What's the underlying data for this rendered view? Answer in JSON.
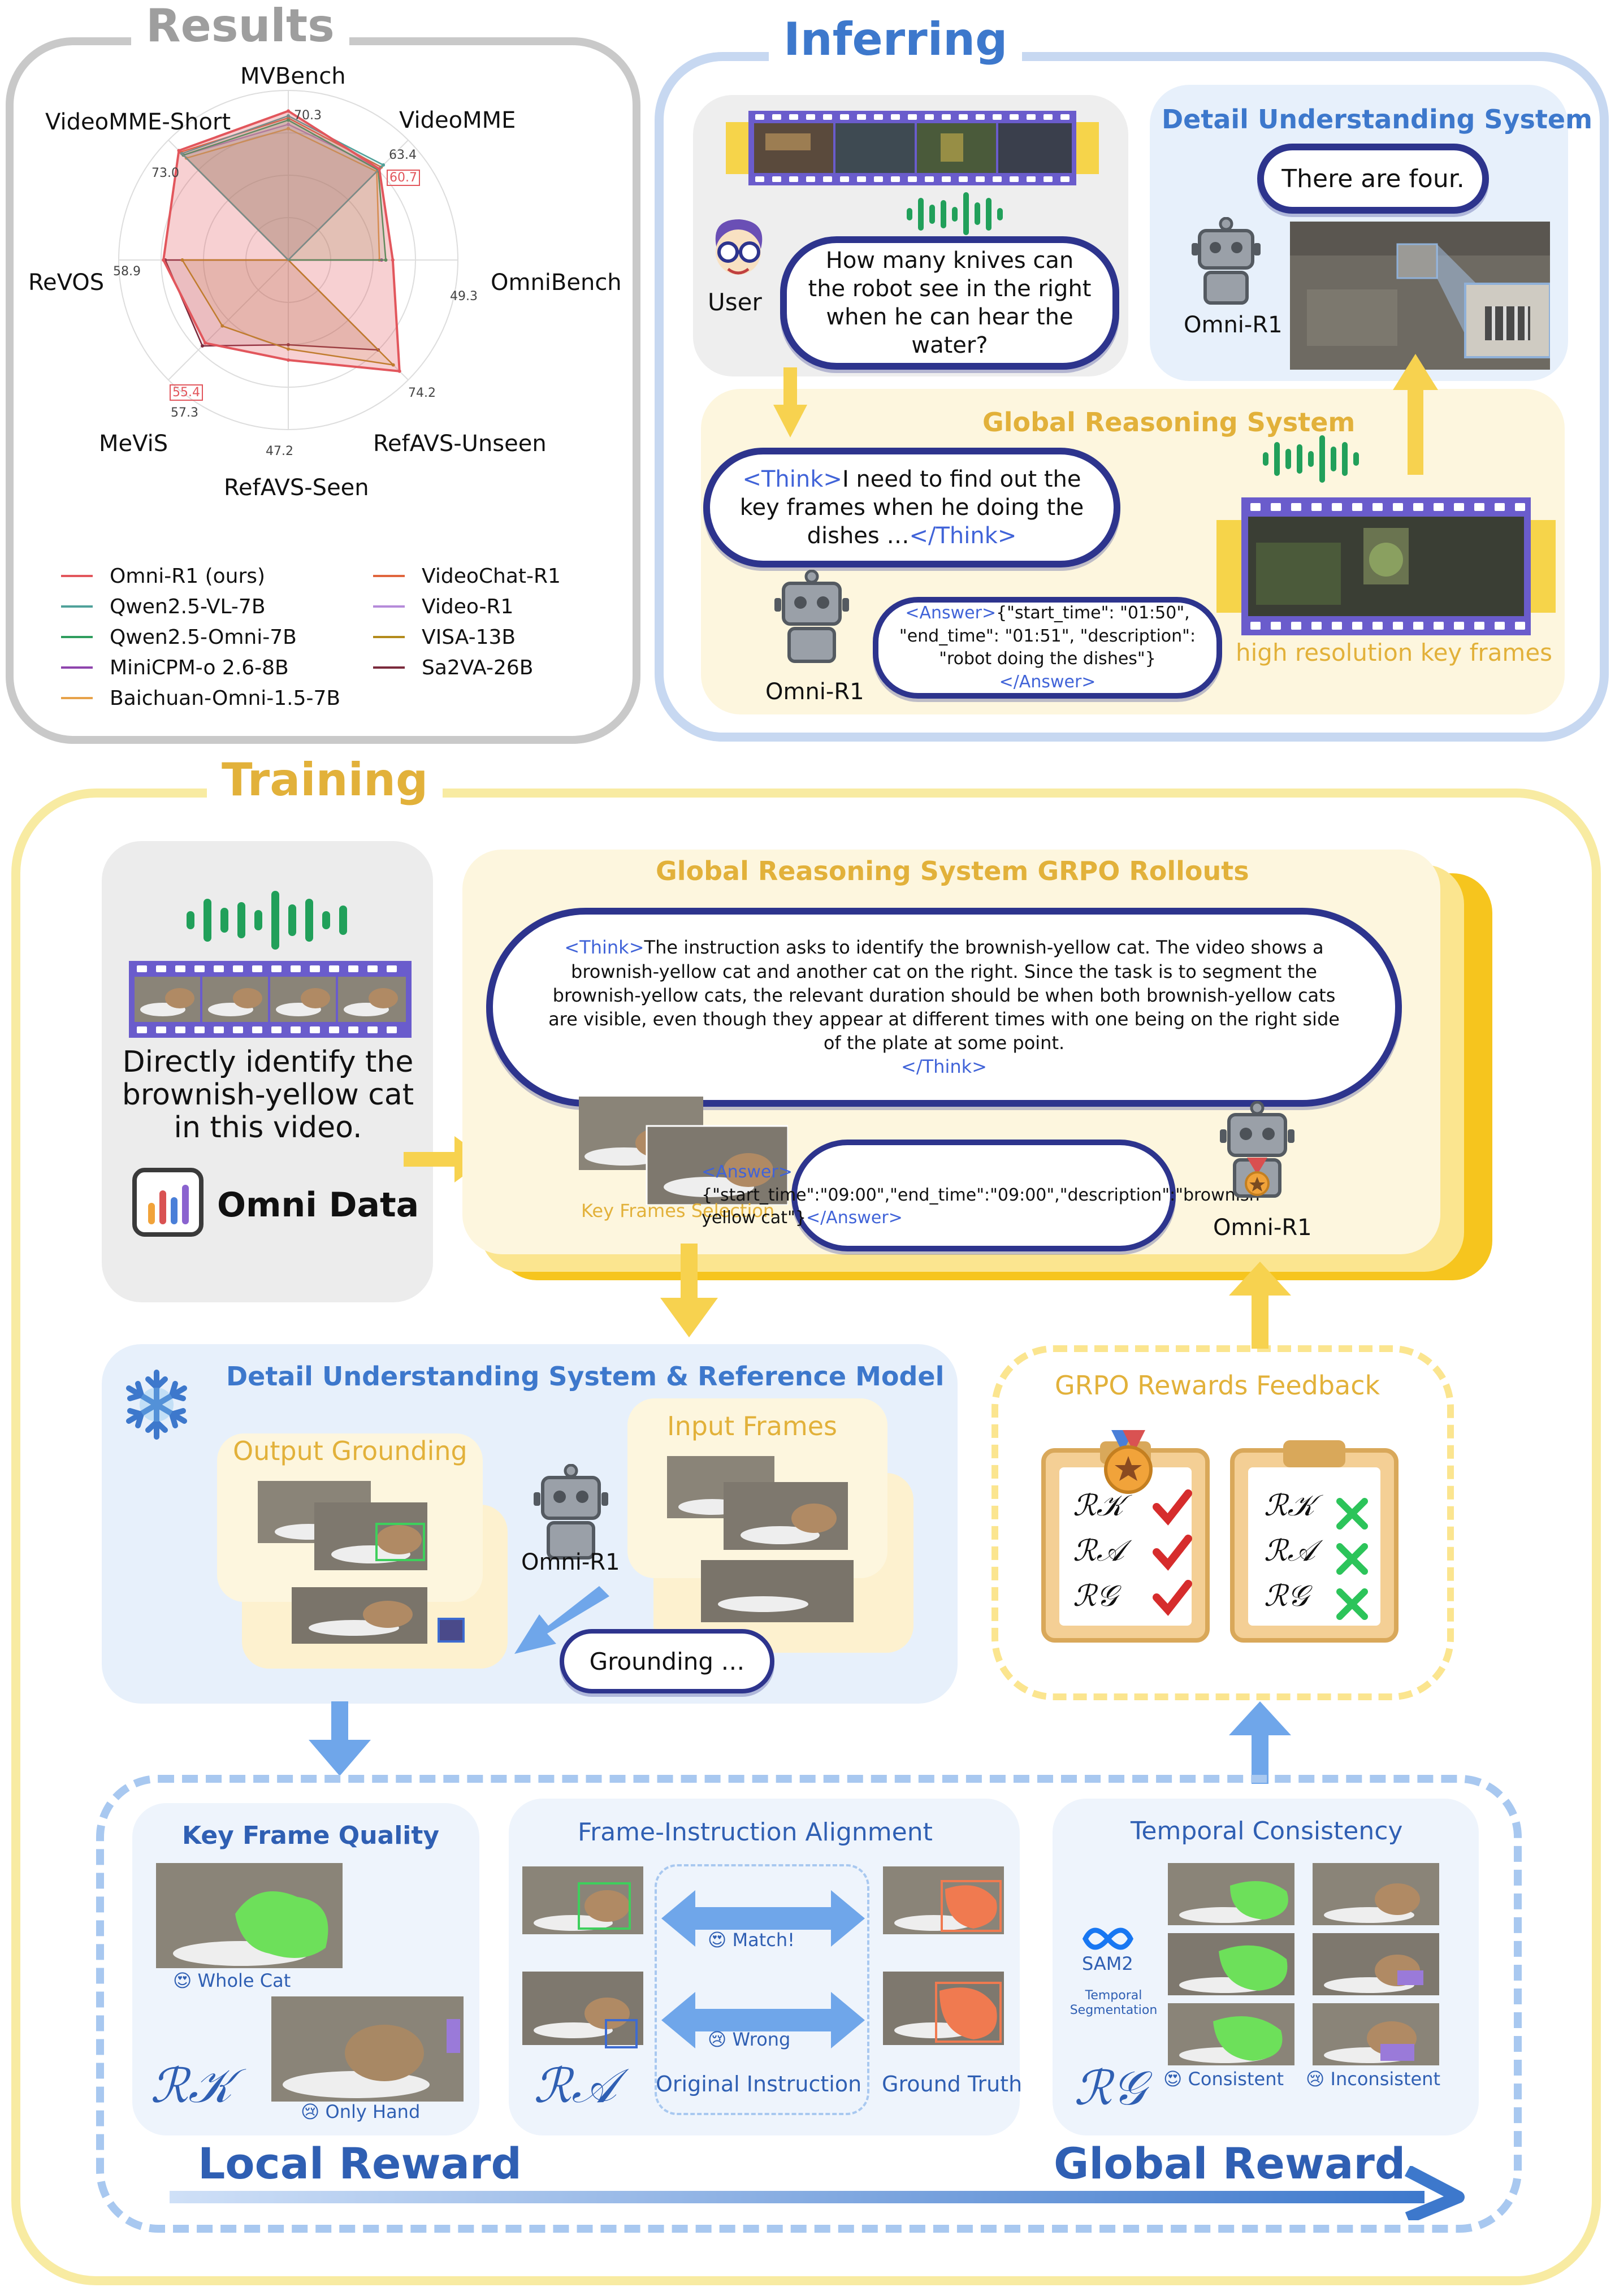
{
  "results": {
    "title": "Results",
    "axes": [
      "MVBench",
      "VideoMME",
      "OmniBench",
      "RefAVS-Unseen",
      "RefAVS-Seen",
      "MeViS",
      "ReVOS",
      "VideoMME-Short"
    ],
    "ticks": {
      "mvbench": "70.3",
      "videomme_a": "63.4",
      "videomme_b": "60.7",
      "omnibench": "49.3",
      "refavs_unseen": "74.2",
      "refavs_seen": "47.2",
      "mevis_a": "55.4",
      "mevis_b": "57.3",
      "revos": "58.9",
      "videomme_short": "73.0"
    },
    "legend": [
      {
        "name": "Omni-R1 (ours)",
        "color": "#e2565c"
      },
      {
        "name": "Qwen2.5-VL-7B",
        "color": "#4fa19a"
      },
      {
        "name": "Qwen2.5-Omni-7B",
        "color": "#2f9e5e"
      },
      {
        "name": "MiniCPM-o 2.6-8B",
        "color": "#8e44ad"
      },
      {
        "name": "Baichuan-Omni-1.5-7B",
        "color": "#e7a24a"
      },
      {
        "name": "VideoChat-R1",
        "color": "#e0653d"
      },
      {
        "name": "Video-R1",
        "color": "#b58ad9"
      },
      {
        "name": "VISA-13B",
        "color": "#b38b1c"
      },
      {
        "name": "Sa2VA-26B",
        "color": "#7b2a3c"
      }
    ]
  },
  "chart_data": {
    "type": "radar",
    "categories": [
      "MVBench",
      "VideoMME",
      "OmniBench",
      "RefAVS-Unseen",
      "RefAVS-Seen",
      "MeViS",
      "ReVOS",
      "VideoMME-Short"
    ],
    "series": [
      {
        "name": "Omni-R1 (ours)",
        "values": [
          70.3,
          60.7,
          49.3,
          74.2,
          47.2,
          55.4,
          58.9,
          73.0
        ]
      },
      {
        "name": "Qwen2.5-VL-7B",
        "values": [
          68,
          63.4,
          0,
          0,
          0,
          0,
          0,
          71
        ]
      },
      {
        "name": "Qwen2.5-Omni-7B",
        "values": [
          66,
          60,
          46,
          0,
          0,
          0,
          0,
          70
        ]
      },
      {
        "name": "MiniCPM-o 2.6-8B",
        "values": [
          0,
          0,
          44,
          0,
          0,
          0,
          0,
          0
        ]
      },
      {
        "name": "Baichuan-Omni-1.5-7B",
        "values": [
          62,
          59,
          43,
          0,
          0,
          0,
          0,
          68
        ]
      },
      {
        "name": "VideoChat-R1",
        "values": [
          67,
          62,
          0,
          0,
          0,
          0,
          0,
          72
        ]
      },
      {
        "name": "Video-R1",
        "values": [
          64,
          61,
          0,
          0,
          0,
          0,
          0,
          70
        ]
      },
      {
        "name": "VISA-13B",
        "values": [
          0,
          0,
          0,
          70,
          42,
          44,
          50,
          0
        ]
      },
      {
        "name": "Sa2VA-26B",
        "values": [
          0,
          0,
          0,
          60,
          40,
          57.3,
          58,
          0
        ]
      }
    ]
  },
  "inferring": {
    "title": "Inferring",
    "user_label": "User",
    "user_question": "How many knives can the robot see in the right when he can hear the water?",
    "detail_title": "Detail Understanding System",
    "detail_answer": "There are four.",
    "detail_robot_label": "Omni-R1",
    "global_title": "Global Reasoning System",
    "think_open": "<Think>",
    "think_text": "I need to find out the key frames when he doing the dishes …",
    "think_close": "</Think>",
    "answer_open": "<Answer>",
    "answer_text": "{\"start_time\": \"01:50\", \"end_time\": \"01:51\", \"description\": \"robot doing the dishes\"}",
    "answer_close": "</Answer>",
    "global_robot_label": "Omni-R1",
    "hires_caption": "high resolution key frames"
  },
  "training": {
    "title": "Training",
    "omni_instruction": "Directly identify the brownish-yellow cat in this video.",
    "omni_data_label": "Omni Data",
    "rollouts_title": "Global Reasoning System GRPO Rollouts",
    "think_open": "<Think>",
    "think_text": "The instruction asks to identify the brownish-yellow cat. The video shows a brownish-yellow cat and another cat on the right. Since the task is to segment the brownish-yellow cats, the relevant duration should be when both brownish-yellow cats are visible, even though they appear at different times with one being on the right side of the plate at some point.",
    "think_close": "</Think>",
    "answer_open": "<Answer>",
    "answer_text": "{\"start_time\":\"09:00\",\"end_time\":\"09:00\",\"description\":\"brownish-yellow cat\"}",
    "answer_close": "</Answer>",
    "key_frames_caption": "Key Frames Selection",
    "rollout_robot_label": "Omni-R1",
    "detail_ref_title": "Detail Understanding System & Reference Model",
    "output_grounding": "Output Grounding",
    "input_frames": "Input Frames",
    "detail_robot_label": "Omni-R1",
    "grounding_bubble": "Grounding …",
    "rewards_title": "GRPO Rewards Feedback",
    "reward_symbols": [
      "ℛ𝒦",
      "ℛ𝒜",
      "ℛ𝒢"
    ],
    "kfq_title": "Key Frame Quality",
    "kfq_whole": "Whole Cat",
    "kfq_hand": "Only Hand",
    "kfq_symbol": "ℛ𝒦",
    "fia_title": "Frame-Instruction Alignment",
    "fia_match": "Match!",
    "fia_wrong": "Wrong",
    "fia_original": "Original Instruction",
    "fia_gt": "Ground Truth",
    "fia_symbol": "ℛ𝒜",
    "tc_title": "Temporal Consistency",
    "tc_sam": "SAM2",
    "tc_temporal": "Temporal Segmentation",
    "tc_consistent": "Consistent",
    "tc_inconsistent": "Inconsistent",
    "tc_symbol": "ℛ𝒢",
    "local_reward": "Local Reward",
    "global_reward": "Global Reward"
  }
}
